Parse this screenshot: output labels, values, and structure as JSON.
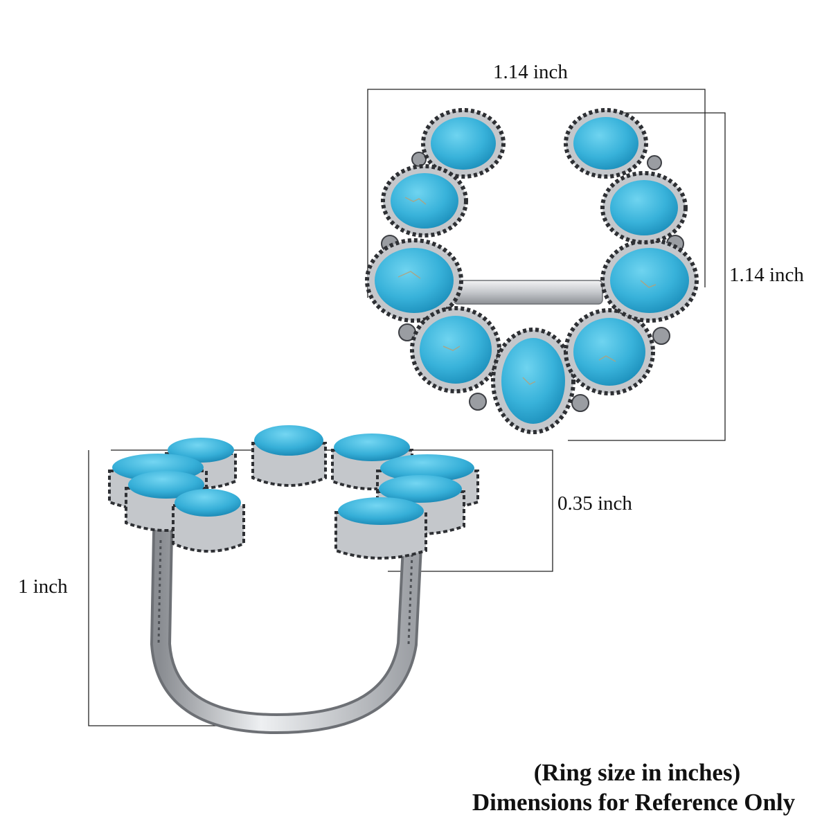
{
  "dimensions": {
    "top_width": "1.14 inch",
    "top_height": "1.14 inch",
    "side_depth": "0.35 inch",
    "side_height": "1 inch"
  },
  "caption": {
    "line1": "(Ring size in inches)",
    "line2": "Dimensions for Reference Only"
  },
  "colors": {
    "turquoise": "#3fb8dc",
    "turquoise_dark": "#1e93bd",
    "silver": "#b9bcc0",
    "silver_dark": "#4a4d52",
    "dimension_line": "#222222"
  }
}
